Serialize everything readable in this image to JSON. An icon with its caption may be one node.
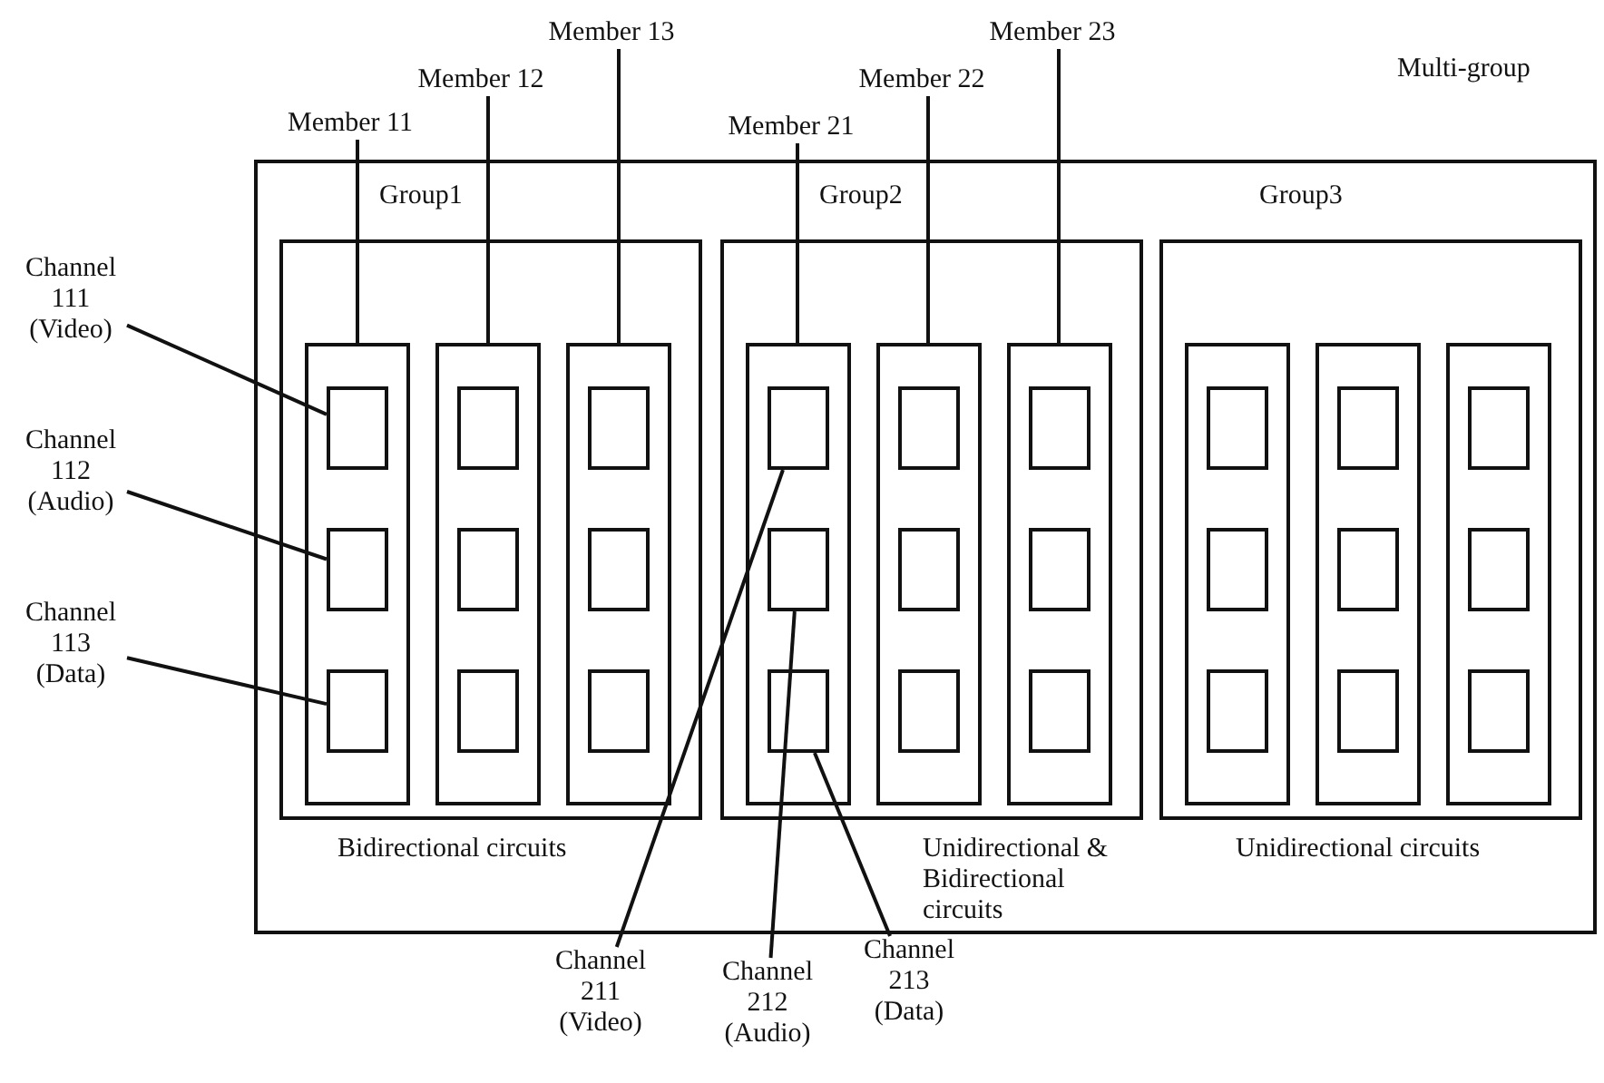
{
  "diagram": {
    "nodes": [
      {
        "text": [
          "Multi-group"
        ]
      },
      {
        "text": [
          "Group1"
        ],
        "in": 0,
        "beside": [
          "Bidirectional circuits"
        ]
      },
      {
        "text": [],
        "shape": "box",
        "in": 1
      },
      {
        "text": [],
        "shape": "box",
        "in": 1
      },
      {
        "text": [],
        "shape": "box",
        "in": 1
      },
      {
        "text": [],
        "shape": "box",
        "in": 2
      },
      {
        "text": [],
        "shape": "box",
        "in": 2
      },
      {
        "text": [],
        "shape": "box",
        "in": 2
      },
      {
        "text": [],
        "shape": "box",
        "in": 3
      },
      {
        "text": [],
        "shape": "box",
        "in": 3
      },
      {
        "text": [],
        "shape": "box",
        "in": 3
      },
      {
        "text": [],
        "shape": "box",
        "in": 4
      },
      {
        "text": [],
        "shape": "box",
        "in": 4
      },
      {
        "text": [],
        "shape": "box",
        "in": 4
      },
      {
        "text": [
          "Group2"
        ],
        "in": 0,
        "beside": [
          "Unidirectional & Bidirectional circuits"
        ]
      },
      {
        "text": [],
        "shape": "box",
        "in": 14
      },
      {
        "text": [],
        "shape": "box",
        "in": 14
      },
      {
        "text": [],
        "shape": "box",
        "in": 14
      },
      {
        "text": [],
        "shape": "box",
        "in": 15
      },
      {
        "text": [],
        "shape": "box",
        "in": 15
      },
      {
        "text": [],
        "shape": "box",
        "in": 15
      },
      {
        "text": [],
        "shape": "box",
        "in": 16
      },
      {
        "text": [],
        "shape": "box",
        "in": 16
      },
      {
        "text": [],
        "shape": "box",
        "in": 16
      },
      {
        "text": [],
        "shape": "box",
        "in": 17
      },
      {
        "text": [],
        "shape": "box",
        "in": 17
      },
      {
        "text": [],
        "shape": "box",
        "in": 17
      },
      {
        "text": [
          "Group3"
        ],
        "in": 0,
        "beside": [
          "Unidirectional circuits"
        ]
      },
      {
        "text": [],
        "shape": "box",
        "in": 27
      },
      {
        "text": [],
        "shape": "box",
        "in": 27
      },
      {
        "text": [],
        "shape": "box",
        "in": 27
      },
      {
        "text": [],
        "shape": "box",
        "in": 28
      },
      {
        "text": [],
        "shape": "box",
        "in": 28
      },
      {
        "text": [],
        "shape": "box",
        "in": 28
      },
      {
        "text": [],
        "shape": "box",
        "in": 29
      },
      {
        "text": [],
        "shape": "box",
        "in": 29
      },
      {
        "text": [],
        "shape": "box",
        "in": 29
      },
      {
        "text": [],
        "shape": "box",
        "in": 30
      },
      {
        "text": [],
        "shape": "box",
        "in": 30
      },
      {
        "text": [],
        "shape": "box",
        "in": 30
      },
      {
        "text": [
          "Member 11"
        ]
      },
      {
        "text": [
          "Member 12"
        ]
      },
      {
        "text": [
          "Member 13"
        ]
      },
      {
        "text": [
          "Member 21"
        ]
      },
      {
        "text": [
          "Member 22"
        ]
      },
      {
        "text": [
          "Member 23"
        ]
      },
      {
        "text": [
          "Channel 111 (Video)"
        ]
      },
      {
        "text": [
          "Channel 112 (Audio)"
        ]
      },
      {
        "text": [
          "Channel 113 (Data)"
        ]
      },
      {
        "text": [
          "Channel 211 (Video)"
        ]
      },
      {
        "text": [
          "Channel 212 (Audio)"
        ]
      },
      {
        "text": [
          "Channel 213 (Data)"
        ]
      }
    ],
    "edges": [
      {
        "from": 40,
        "to": 2,
        "arrow": "none"
      },
      {
        "from": 41,
        "to": 3,
        "arrow": "none"
      },
      {
        "from": 42,
        "to": 4,
        "arrow": "none"
      },
      {
        "from": 43,
        "to": 15,
        "arrow": "none"
      },
      {
        "from": 44,
        "to": 16,
        "arrow": "none"
      },
      {
        "from": 45,
        "to": 17,
        "arrow": "none"
      },
      {
        "from": 46,
        "to": 5,
        "arrow": "none"
      },
      {
        "from": 47,
        "to": 6,
        "arrow": "none"
      },
      {
        "from": 48,
        "to": 7,
        "arrow": "none"
      },
      {
        "from": 49,
        "to": 18,
        "arrow": "none"
      },
      {
        "from": 50,
        "to": 19,
        "arrow": "none"
      },
      {
        "from": 51,
        "to": 20,
        "arrow": "none"
      }
    ]
  }
}
